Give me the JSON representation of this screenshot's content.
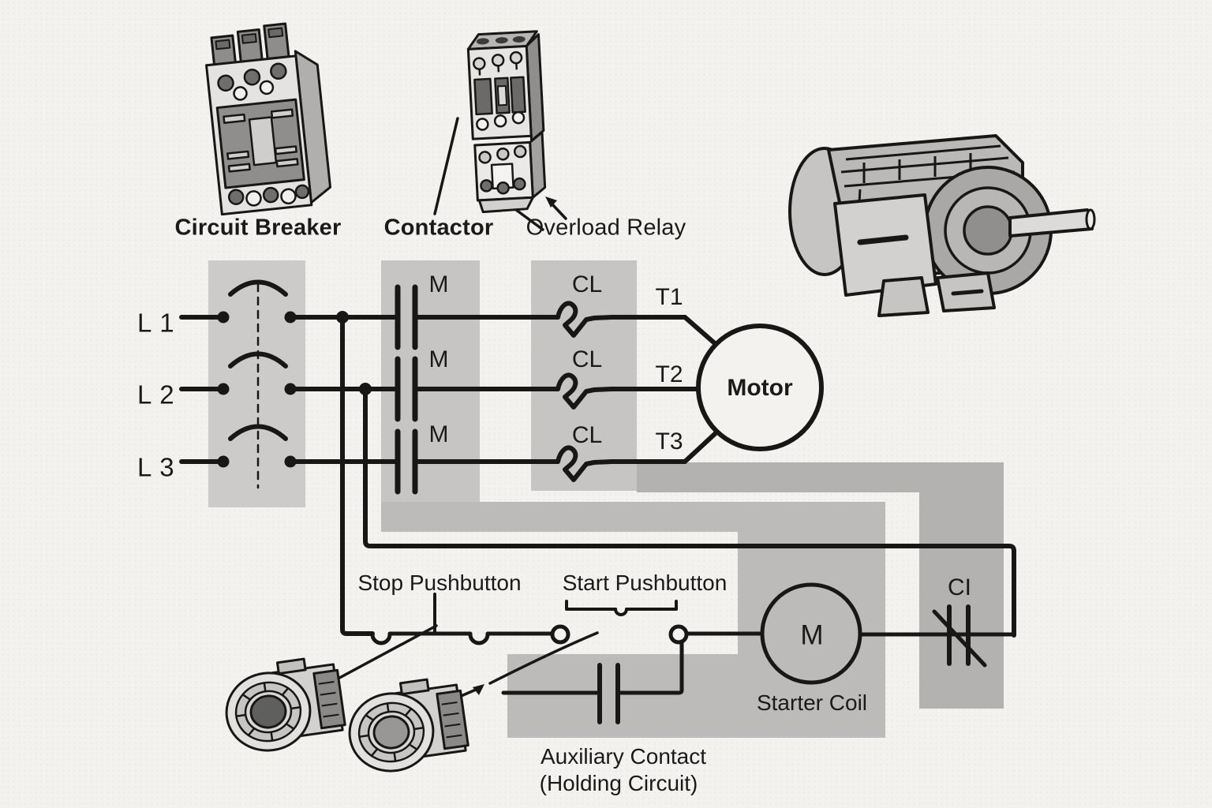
{
  "colors": {
    "background": "#f3f2ef",
    "wire": "#171716",
    "panel_light": "#cccbc9",
    "panel_mid": "#bcbbb9",
    "panel_dark": "#b3b2b0",
    "stop_button_face": "#5f5f5e",
    "start_button_face": "#989795"
  },
  "headers": {
    "circuit_breaker": "Circuit Breaker",
    "contactor": "Contactor",
    "overload_relay": "Overload Relay"
  },
  "power_circuit": {
    "phase_labels": [
      "L 1",
      "L 2",
      "L 3"
    ],
    "contactor_contacts": [
      "M",
      "M",
      "M"
    ],
    "overload_elements": [
      "CL",
      "CL",
      "CL"
    ],
    "motor_terminals": [
      "T1",
      "T2",
      "T3"
    ],
    "motor_label": "Motor"
  },
  "control_circuit": {
    "stop_label": "Stop Pushbutton",
    "start_label": "Start Pushbutton",
    "coil_letter": "M",
    "coil_caption": "Starter Coil",
    "overload_contact_label": "CI",
    "aux_caption_line1": "Auxiliary Contact",
    "aux_caption_line2": "(Holding Circuit)"
  }
}
